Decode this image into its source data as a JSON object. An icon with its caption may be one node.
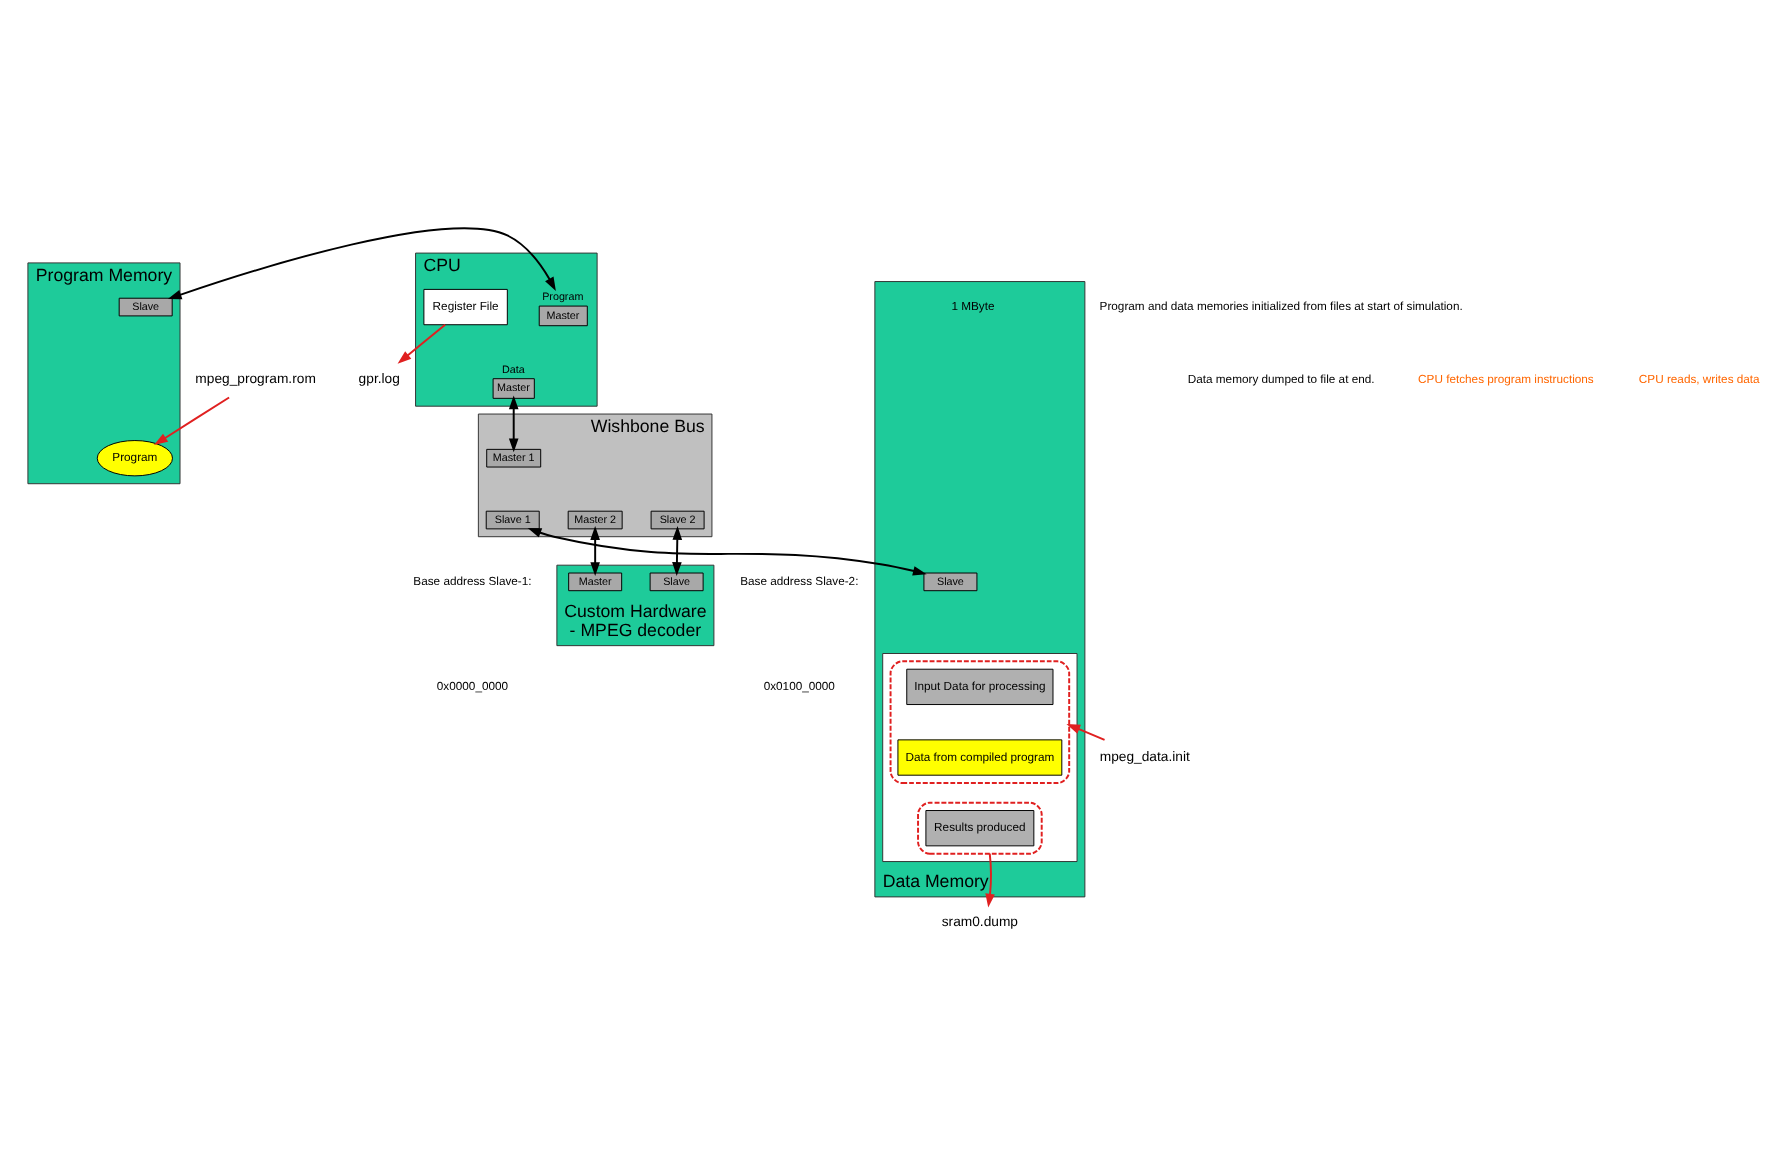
{
  "diagram": {
    "nodes": [
      {
        "text": [
          "Program Memory"
        ]
      },
      {
        "text": [
          "Program"
        ],
        "in": 0
      },
      {
        "text": [
          "Slave"
        ],
        "in": 0
      },
      {
        "text": [
          "CPU"
        ]
      },
      {
        "text": [
          "Master"
        ],
        "in": 3,
        "beside": [
          "Program"
        ]
      },
      {
        "text": [
          "Register File"
        ],
        "in": 3
      },
      {
        "text": [
          "Master"
        ],
        "in": 3,
        "beside": [
          "Data"
        ]
      },
      {
        "text": [
          "Wishbone Bus"
        ]
      },
      {
        "text": [
          "Master 1"
        ],
        "in": 7
      },
      {
        "text": [
          "Slave 1"
        ],
        "in": 7
      },
      {
        "text": [
          "Slave 2"
        ],
        "in": 7
      },
      {
        "text": [
          "Master 2"
        ],
        "in": 7
      },
      {
        "text": [
          "Data Memory"
        ],
        "beside": [
          "1 MByte"
        ]
      },
      {
        "text": [
          "Slave"
        ],
        "in": 12
      },
      {
        "text": [],
        "shape": "box",
        "in": 12
      },
      {
        "text": [],
        "shape": "ellipse",
        "in": 14
      },
      {
        "text": [
          "Input Data for processing"
        ],
        "in": 15
      },
      {
        "text": [
          "Data from compiled program"
        ],
        "in": 15
      },
      {
        "text": [],
        "shape": "ellipse",
        "in": 14
      },
      {
        "text": [
          "Results produced"
        ],
        "in": 18
      },
      {
        "text": [
          "Custom Hardware",
          "- MPEG decoder"
        ]
      },
      {
        "text": [
          "Slave"
        ],
        "in": 20
      },
      {
        "text": [
          "Master"
        ],
        "in": 20
      },
      {
        "text": [
          "mpeg_program.rom"
        ]
      },
      {
        "text": [
          "gpr.log"
        ]
      },
      {
        "text": [
          "mpeg_data.init"
        ]
      },
      {
        "text": [
          "sram0.dump"
        ]
      }
    ],
    "edges": [
      {
        "from": 2,
        "to": 4,
        "arrow": "both"
      },
      {
        "from": 23,
        "to": 1,
        "arrow": "to",
        "color": "#e02020"
      },
      {
        "from": 5,
        "to": 24,
        "arrow": "to",
        "color": "#e02020"
      },
      {
        "from": 6,
        "to": 8,
        "arrow": "both"
      },
      {
        "from": 9,
        "to": 13,
        "arrow": "both"
      },
      {
        "from": 10,
        "to": 21,
        "arrow": "both"
      },
      {
        "from": 11,
        "to": 22,
        "arrow": "both"
      },
      {
        "from": 25,
        "to": 15,
        "arrow": "to",
        "color": "#e02020"
      },
      {
        "from": 18,
        "to": 26,
        "arrow": "to",
        "color": "#e02020"
      }
    ],
    "labels": [
      "Program and data memories initialized from files at start of simulation.",
      "Data memory dumped to file at end.",
      "CPU fetches program instructions",
      "CPU reads, writes data",
      "Base address Slave-1:",
      "0x0000_0000",
      "Base address Slave-2:",
      "0x0100_0000"
    ]
  }
}
